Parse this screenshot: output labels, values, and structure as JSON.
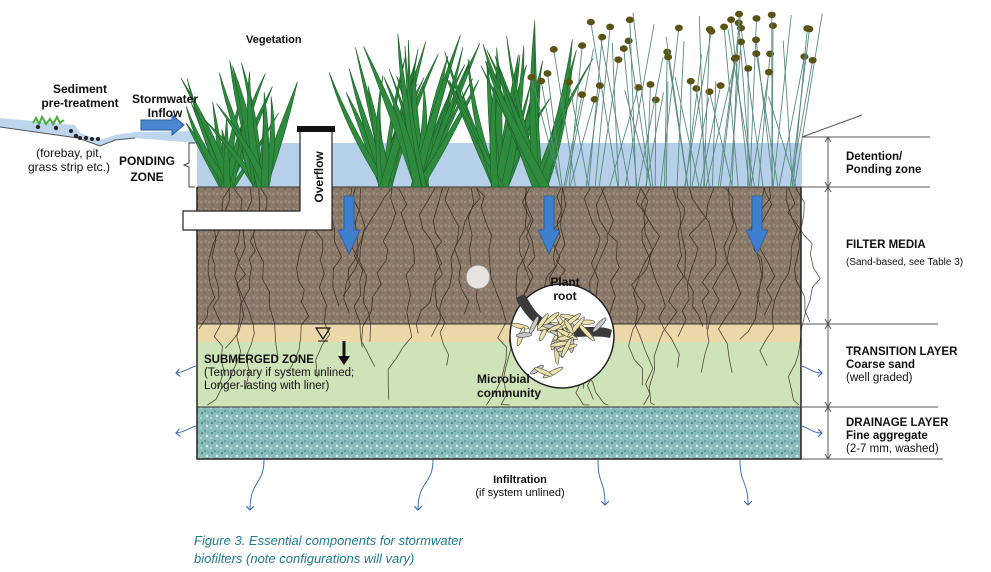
{
  "labels": {
    "sediment_title_1": "Sediment",
    "sediment_title_2": "pre-treatment",
    "sediment_note_1": "(forebay, pit,",
    "sediment_note_2": "grass strip etc.)",
    "inflow_1": "Stormwater",
    "inflow_2": "Inflow",
    "ponding_1": "PONDING",
    "ponding_2": "ZONE",
    "vegetation": "Vegetation",
    "overflow": "Overflow",
    "plant_root_1": "Plant",
    "plant_root_2": "root",
    "microbial_1": "Microbial",
    "microbial_2": "community",
    "submerged_title": "SUBMERGED ZONE",
    "submerged_note_1": "(Temporary if system unlined;",
    "submerged_note_2": "Longer-lasting with liner)",
    "infiltration_title": "Infiltration",
    "infiltration_note": "(if system unlined)"
  },
  "right_labels": {
    "detention_1": "Detention/",
    "detention_2": "Ponding zone",
    "filter_title": "FILTER MEDIA",
    "filter_note": "(Sand-based, see Table 3)",
    "transition_title": "TRANSITION LAYER",
    "transition_sub": "Coarse sand",
    "transition_note": "(well graded)",
    "drainage_title": "DRAINAGE LAYER",
    "drainage_sub": "Fine aggregate",
    "drainage_note": "(2-7 mm, washed)"
  },
  "caption": {
    "line1": "Figure 3. Essential components for stormwater",
    "line2": "biofilters (note configurations will vary)"
  },
  "colors": {
    "water": "#a9c8e6",
    "filter_media": "#8a7a6a",
    "transition": "#ecd7a8",
    "submerged": "#cfe3b8",
    "drainage": "#7fb2b2",
    "arrow_blue": "#3f7fcf",
    "grass": "#2e8b3e",
    "reed_head": "#5a5314",
    "caption": "#1f7a8c"
  }
}
